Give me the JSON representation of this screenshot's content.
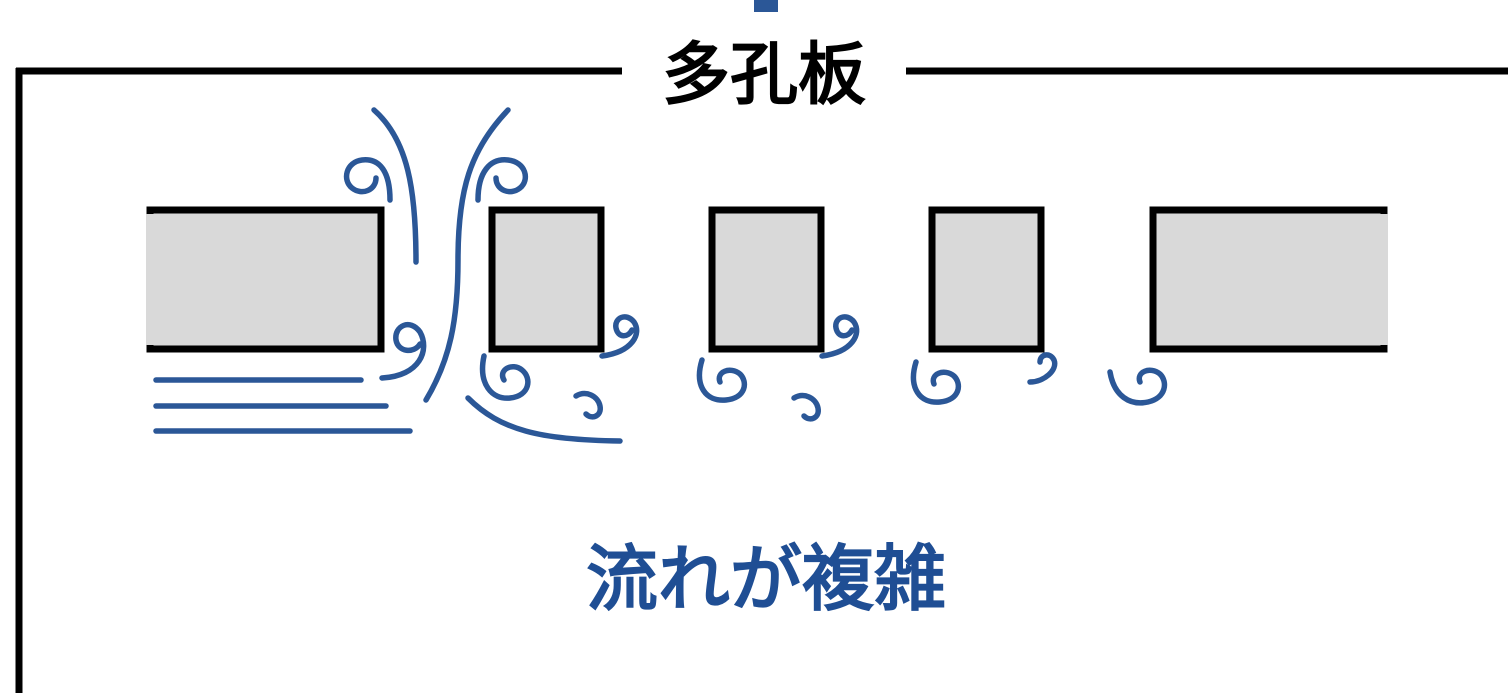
{
  "diagram": {
    "title": "多孔板",
    "caption": "流れが複雑",
    "colors": {
      "frame": "#000000",
      "plate_fill": "#d9d9d9",
      "plate_border": "#000000",
      "flow": "#2b5797",
      "caption": "#1f4e94",
      "top_marker": "#2b5797"
    },
    "plates": [
      "plate-segment-1",
      "plate-segment-2",
      "plate-segment-3",
      "plate-segment-4",
      "plate-segment-5"
    ],
    "flow_elements": [
      "incoming-flow-lines",
      "jet-streamlines",
      "vortices"
    ]
  }
}
